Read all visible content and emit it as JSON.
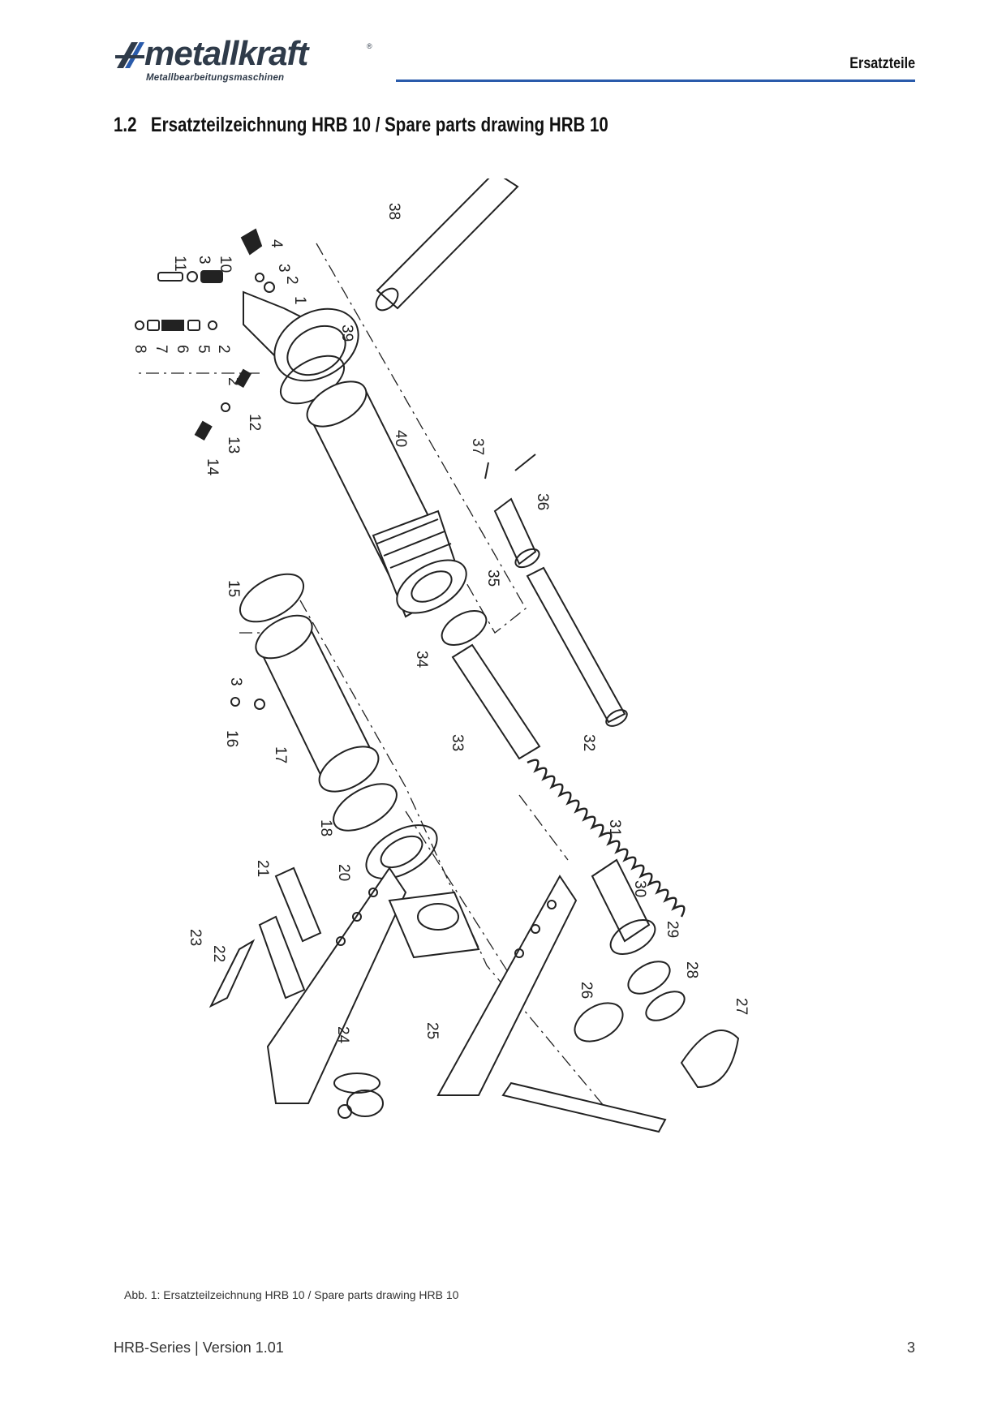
{
  "header": {
    "brand": "metallkraft",
    "brand_reg": "®",
    "brand_sub": "Metallbearbeitungsmaschinen",
    "section": "Ersatzteile",
    "rule_color": "#2a5bab"
  },
  "heading": {
    "number": "1.2",
    "text": "Ersatzteilzeichnung HRB 10 / Spare parts drawing HRB 10"
  },
  "drawing": {
    "part_numbers": [
      "11",
      "3",
      "10",
      "4",
      "3",
      "2",
      "1",
      "38",
      "8",
      "7",
      "6",
      "5",
      "2",
      "39",
      "2",
      "12",
      "13",
      "14",
      "40",
      "37",
      "36",
      "35",
      "15",
      "34",
      "32",
      "3",
      "16",
      "17",
      "33",
      "18",
      "31",
      "20",
      "21",
      "30",
      "29",
      "23",
      "22",
      "28",
      "26",
      "27",
      "24",
      "25"
    ]
  },
  "caption": "Abb. 1: Ersatzteilzeichnung HRB 10 / Spare parts drawing HRB 10",
  "footer": {
    "left": "HRB-Series | Version 1.01",
    "page": "3"
  }
}
